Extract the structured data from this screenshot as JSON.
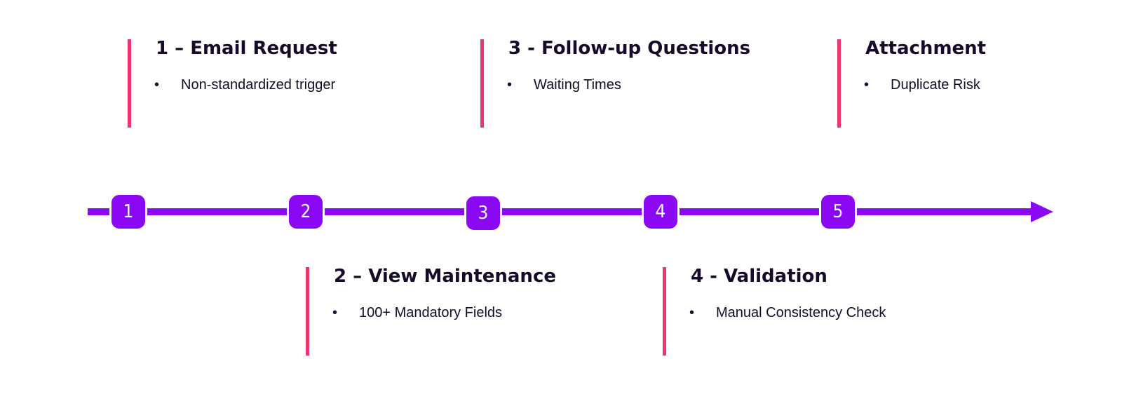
{
  "colors": {
    "timeline": "#8a08f2",
    "accent_bar": "#e8386d",
    "text": "#150b29"
  },
  "timeline": {
    "nodes": [
      "1",
      "2",
      "3",
      "4",
      "5"
    ]
  },
  "steps": [
    {
      "title": "1 – Email Request",
      "bullet": "Non-standardized trigger"
    },
    {
      "title": "2 – View Maintenance",
      "bullet": "100+ Mandatory Fields"
    },
    {
      "title": "3 - Follow-up Questions",
      "bullet": "Waiting Times"
    },
    {
      "title": "4 - Validation",
      "bullet": "Manual Consistency Check"
    },
    {
      "title": "Attachment",
      "bullet": "Duplicate Risk"
    }
  ],
  "bullet_symbol": "•"
}
